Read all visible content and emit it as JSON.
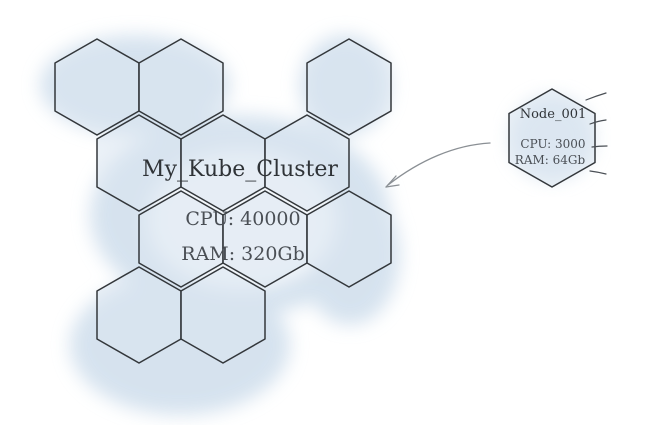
{
  "cluster": {
    "title": "My_Kube_Cluster",
    "cpu": "CPU: 40000",
    "ram": "RAM: 320Gb"
  },
  "node": {
    "title": "Node_001",
    "cpu": "CPU: 3000",
    "ram": "RAM: 64Gb"
  },
  "colors": {
    "hex_fill": "#dbe6f1",
    "hex_stroke": "#33373b",
    "wash": "#cfdeec",
    "arrow": "#8a8f94"
  }
}
